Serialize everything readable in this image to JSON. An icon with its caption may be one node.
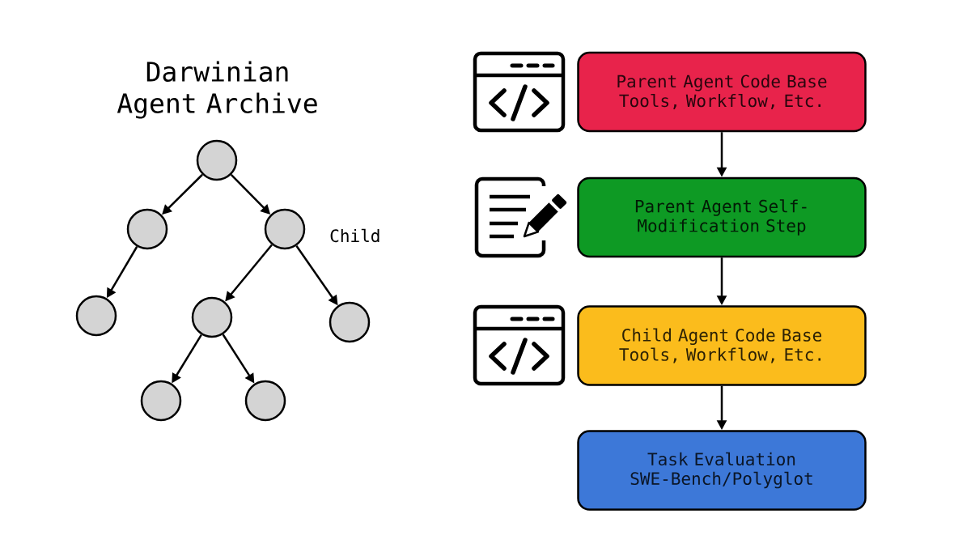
{
  "diagram": {
    "title": "Darwinian Agent Archive",
    "nodes": [
      {
        "text": [],
        "shape": "circle"
      },
      {
        "text": [],
        "shape": "circle"
      },
      {
        "text": [],
        "shape": "circle",
        "beside": [
          "Child"
        ]
      },
      {
        "text": [],
        "shape": "circle"
      },
      {
        "text": [],
        "shape": "circle"
      },
      {
        "text": [],
        "shape": "circle"
      },
      {
        "text": [],
        "shape": "circle"
      },
      {
        "text": [],
        "shape": "circle"
      },
      {
        "text": [
          "Parent Agent Code Base",
          "Tools, Workflow, Etc."
        ]
      },
      {
        "text": [
          "Parent Agent Self-Modification Step"
        ]
      },
      {
        "text": [
          "Child Agent Code Base",
          "Tools, Workflow, Etc."
        ]
      },
      {
        "text": [
          "Task Evaluation",
          "SWE-Bench/Polyglot"
        ]
      }
    ],
    "edges": [
      {
        "from": 0,
        "to": 1,
        "arrow": "to"
      },
      {
        "from": 0,
        "to": 2,
        "arrow": "to"
      },
      {
        "from": 1,
        "to": 3,
        "arrow": "to"
      },
      {
        "from": 2,
        "to": 4,
        "arrow": "to"
      },
      {
        "from": 2,
        "to": 5,
        "arrow": "to"
      },
      {
        "from": 4,
        "to": 6,
        "arrow": "to"
      },
      {
        "from": 4,
        "to": 7,
        "arrow": "to"
      },
      {
        "from": 8,
        "to": 9,
        "arrow": "to"
      },
      {
        "from": 9,
        "to": 10,
        "arrow": "to"
      },
      {
        "from": 10,
        "to": 11,
        "arrow": "to"
      }
    ]
  }
}
